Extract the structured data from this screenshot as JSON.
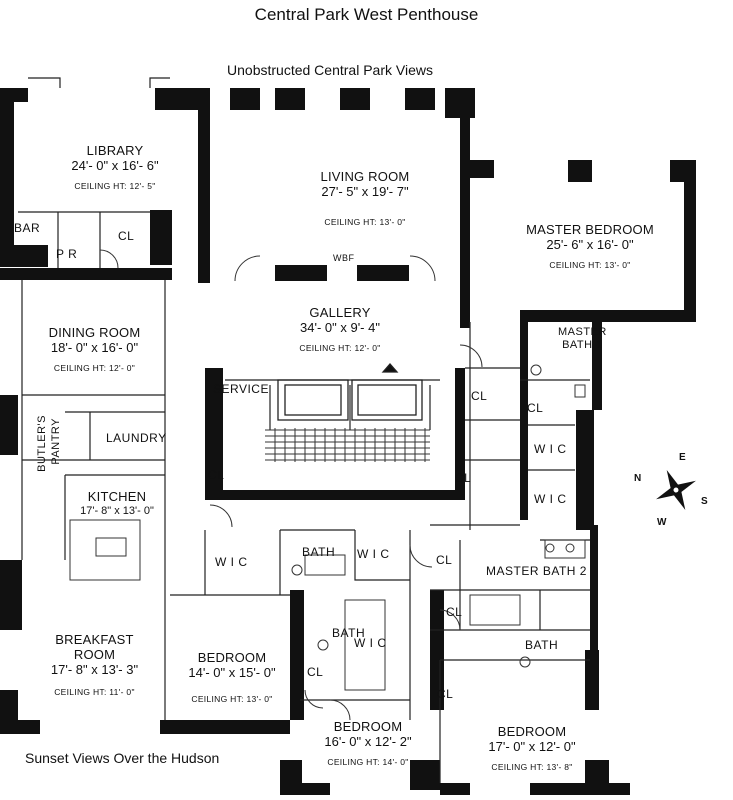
{
  "title": "Central Park West Penthouse",
  "views_top": "Unobstructed Central Park Views",
  "views_bottom": "Sunset Views Over the Hudson",
  "rooms": {
    "library": {
      "name": "LIBRARY",
      "dims": "24'- 0\" x 16'- 6\"",
      "ceiling": "CEILING HT: 12'- 5\""
    },
    "living": {
      "name": "LIVING ROOM",
      "dims": "27'- 5\" x 19'- 7\"",
      "ceiling": "CEILING HT: 13'- 0\""
    },
    "master": {
      "name": "MASTER BEDROOM",
      "dims": "25'- 6\" x 16'- 0\"",
      "ceiling": "CEILING HT: 13'- 0\""
    },
    "gallery": {
      "name": "GALLERY",
      "dims": "34'- 0\" x 9'- 4\"",
      "ceiling": "CEILING HT: 12'- 0\""
    },
    "dining": {
      "name": "DINING ROOM",
      "dims": "18'- 0\" x 16'- 0\"",
      "ceiling": "CEILING HT: 12'- 0\""
    },
    "kitchen": {
      "name": "KITCHEN",
      "dims": "17'- 8\" x 13'- 0\""
    },
    "breakfast": {
      "name": "BREAKFAST",
      "name2": "ROOM",
      "dims": "17'- 8\" x 13'- 3\"",
      "ceiling": "CEILING HT: 11'- 0\""
    },
    "bedroom_a": {
      "name": "BEDROOM",
      "dims": "14'- 0\" x 15'- 0\"",
      "ceiling": "CEILING HT: 13'- 0\""
    },
    "bedroom_b": {
      "name": "BEDROOM",
      "dims": "16'- 0\" x 12'- 2\"",
      "ceiling": "CEILING HT: 14'- 0\""
    },
    "bedroom_c": {
      "name": "BEDROOM",
      "dims": "17'- 0\" x 12'- 0\"",
      "ceiling": "CEILING HT: 13'- 8\""
    }
  },
  "small": {
    "bar": "BAR",
    "pr": "P R",
    "cl": "CL",
    "wbf": "WBF",
    "service": "SERVICE",
    "laundry": "LAUNDRY",
    "butler1": "BUTLER'S",
    "butler2": "PANTRY",
    "master_bath_1a": "MASTER",
    "master_bath_1b": "BATH 1",
    "master_bath_2": "MASTER BATH 2",
    "wic": "W I C",
    "bath": "BATH"
  },
  "compass": {
    "n": "N",
    "e": "E",
    "s": "S",
    "w": "W"
  }
}
